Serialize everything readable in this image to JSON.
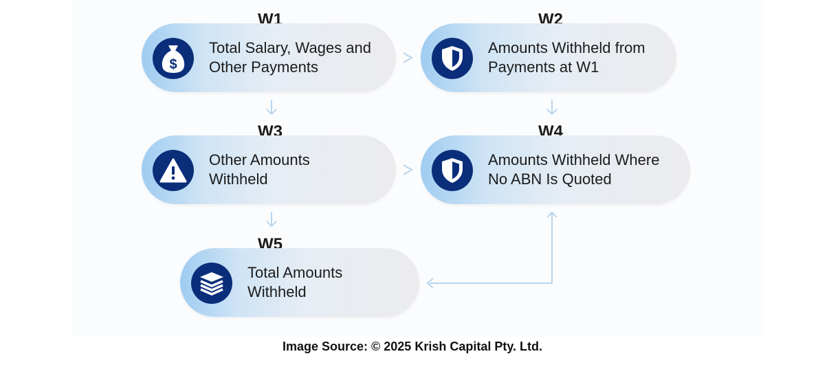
{
  "nodes": {
    "w1": {
      "code": "W1",
      "line1": "Total Salary, Wages and",
      "line2": "Other Payments",
      "icon": "money-bag-icon"
    },
    "w2": {
      "code": "W2",
      "line1": "Amounts Withheld from",
      "line2": "Payments at W1",
      "icon": "shield-icon"
    },
    "w3": {
      "code": "W3",
      "line1": "Other Amounts",
      "line2": "Withheld",
      "icon": "warning-icon"
    },
    "w4": {
      "code": "W4",
      "line1": "Amounts Withheld Where",
      "line2": "No ABN Is Quoted",
      "icon": "shield-icon"
    },
    "w5": {
      "code": "W5",
      "line1": "Total Amounts",
      "line2": "Withheld",
      "icon": "layers-icon"
    }
  },
  "footer": {
    "text": "Image Source: © 2025 Krish Capital Pty. Ltd."
  },
  "colors": {
    "icon_bg": "#0b2e7a",
    "connector": "#b9d5ee"
  }
}
